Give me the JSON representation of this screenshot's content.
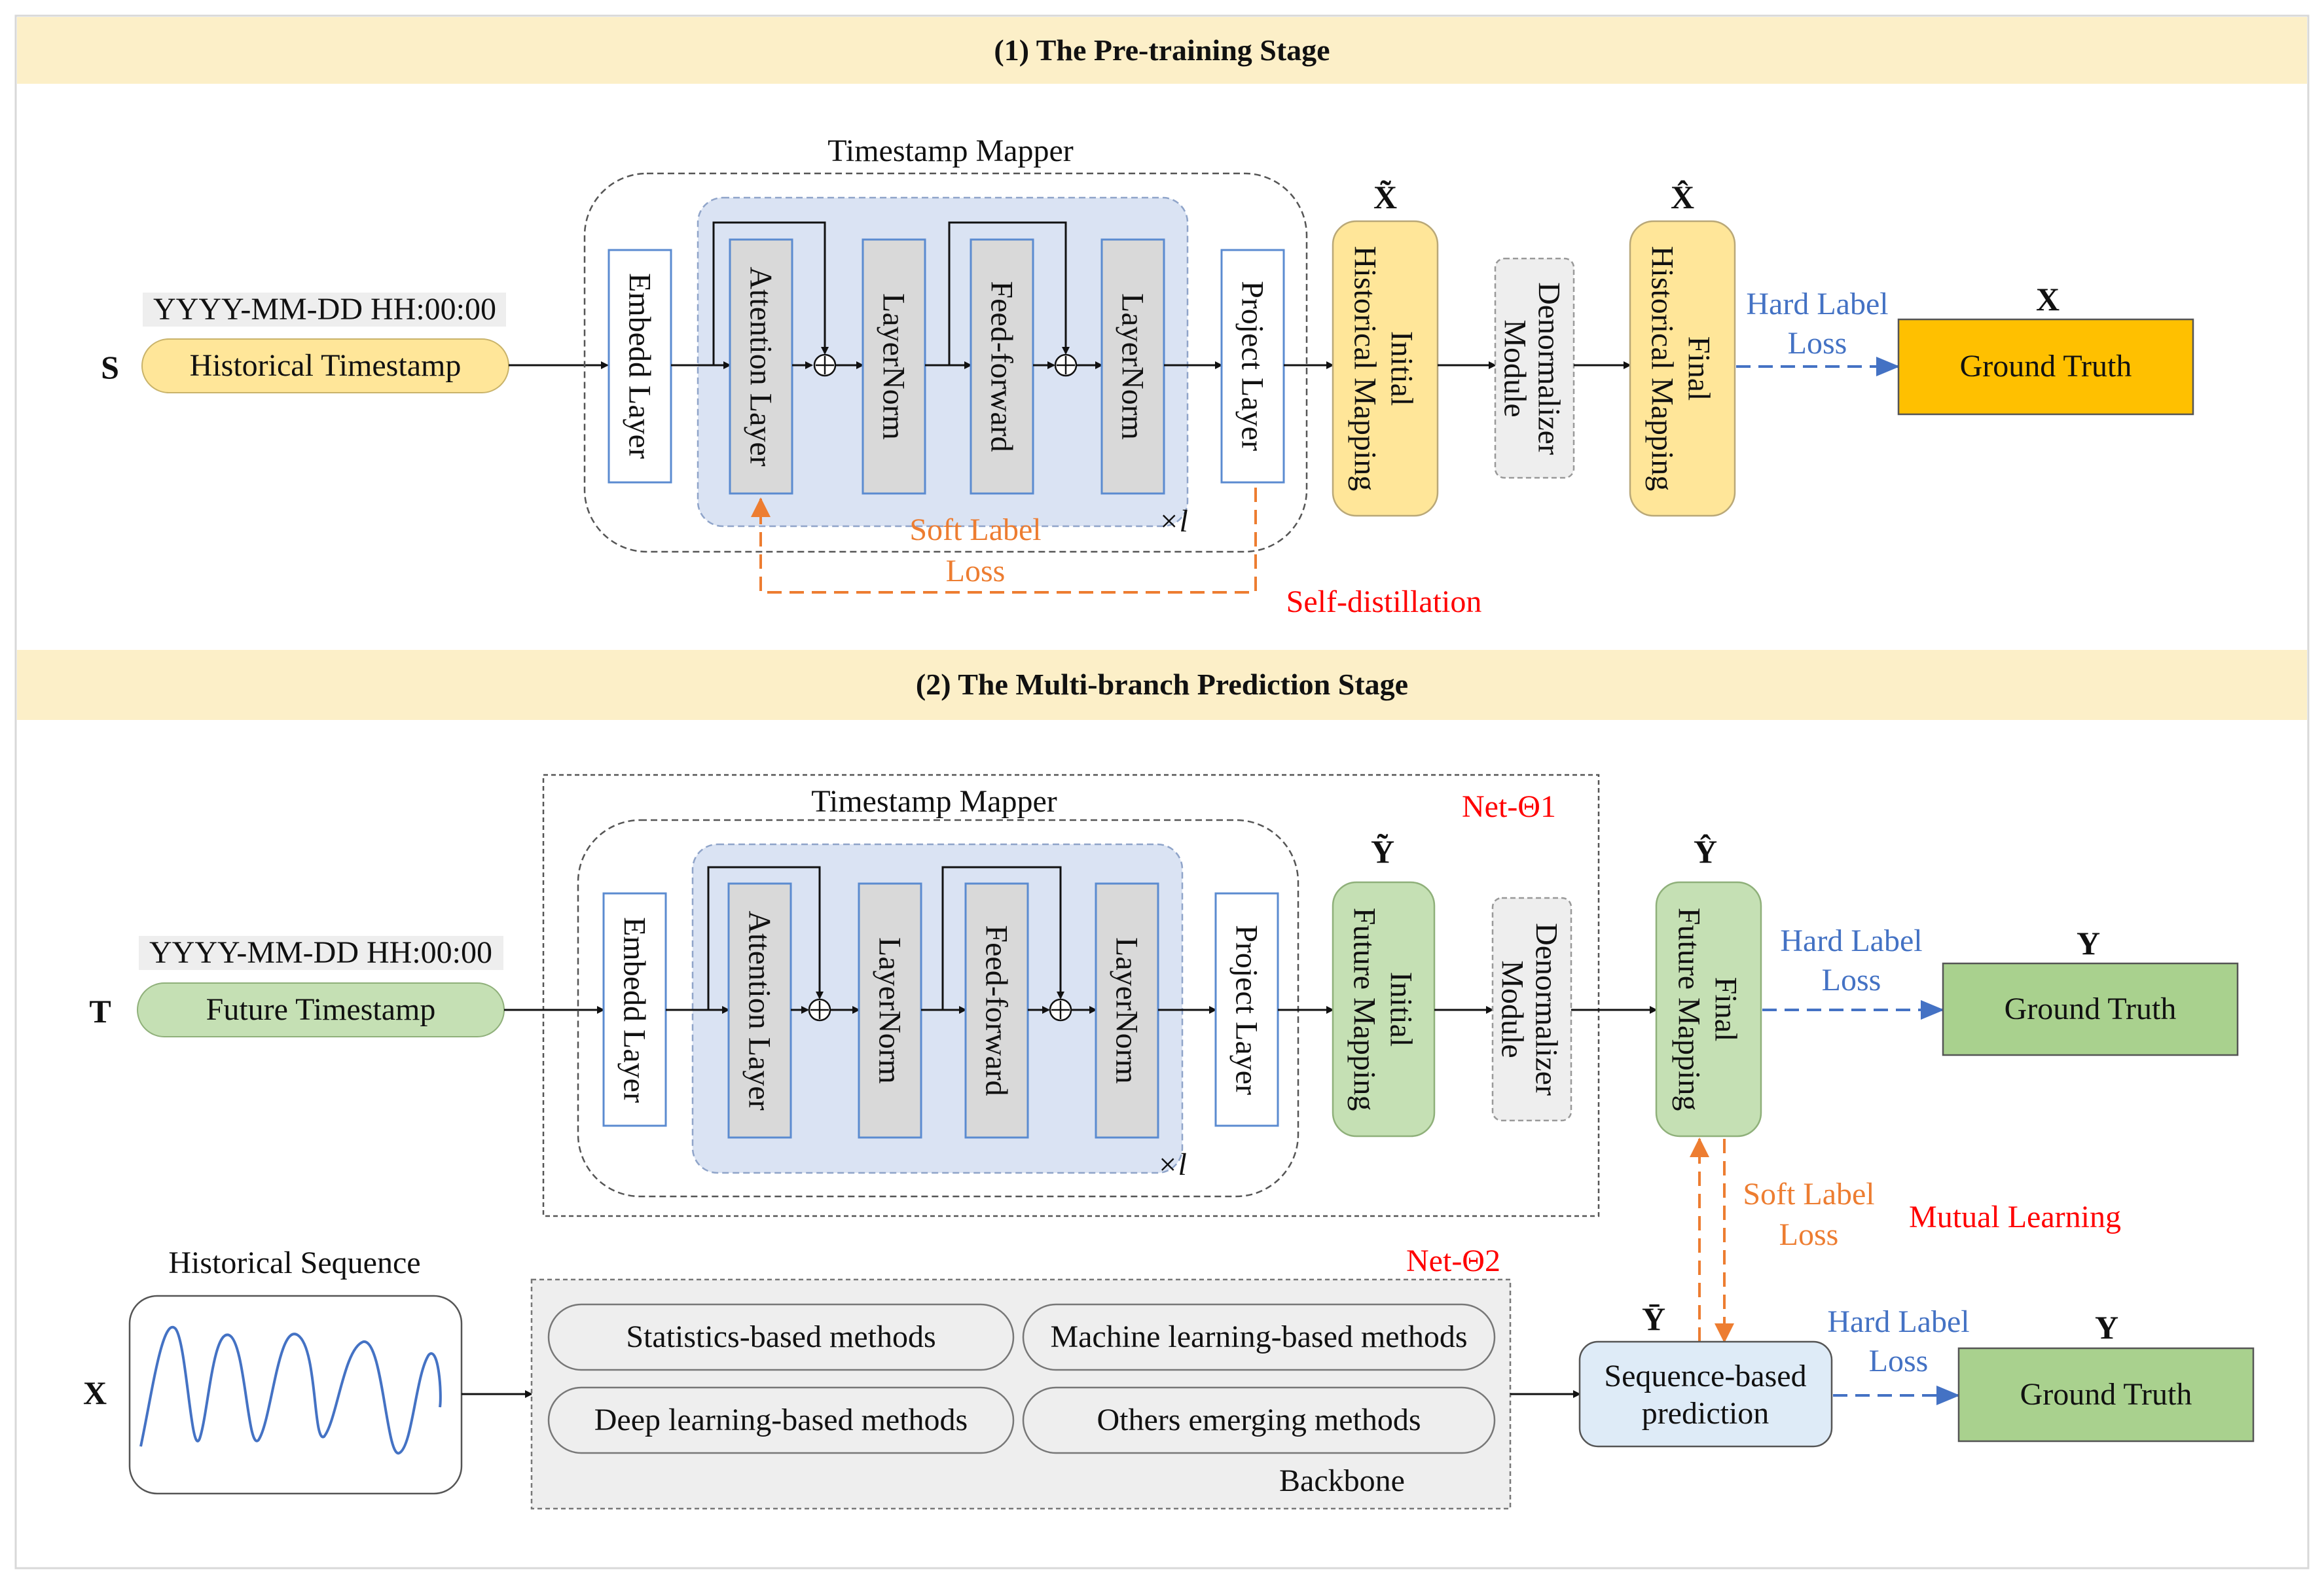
{
  "stage1": {
    "title": "(1) The Pre-training Stage",
    "input_symbol": "S",
    "timestamp_format": "YYYY-MM-DD HH:00:00",
    "input_label": "Historical Timestamp",
    "mapper_title": "Timestamp Mapper",
    "embed": "Embedd Layer",
    "attention": "Attention Layer",
    "layernorm": "LayerNorm",
    "feedforward": "Feed-forward",
    "project": "Project Layer",
    "repeat": "×l",
    "initial_symbol": "X̃",
    "initial_line1": "Initial",
    "initial_line2": "Historical Mapping",
    "denorm_line1": "Denormalizer",
    "denorm_line2": "Module",
    "final_symbol": "X̂",
    "final_line1": "Final",
    "final_line2": "Historical Mapping",
    "hard_line1": "Hard Label",
    "hard_line2": "Loss",
    "gt_symbol": "X",
    "gt_label": "Ground Truth",
    "soft_line1": "Soft Label",
    "soft_line2": "Loss",
    "self_distill": "Self-distillation"
  },
  "stage2": {
    "title": "(2) The Multi-branch Prediction Stage",
    "net1": "Net-Θ1",
    "net2": "Net-Θ2",
    "input_symbol": "T",
    "timestamp_format": "YYYY-MM-DD HH:00:00",
    "input_label": "Future Timestamp",
    "mapper_title": "Timestamp Mapper",
    "embed": "Embedd Layer",
    "attention": "Attention Layer",
    "layernorm": "LayerNorm",
    "feedforward": "Feed-forward",
    "project": "Project Layer",
    "repeat": "×l",
    "initial_symbol": "Ỹ",
    "initial_line1": "Initial",
    "initial_line2": "Future Mapping",
    "denorm_line1": "Denormalizer",
    "denorm_line2": "Module",
    "final_symbol": "Ŷ",
    "final_line1": "Final",
    "final_line2": "Future Mapping",
    "hard_line1": "Hard Label",
    "hard_line2": "Loss",
    "gt_symbol": "Y",
    "gt_label": "Ground Truth",
    "soft_line1": "Soft Label",
    "soft_line2": "Loss",
    "mutual": "Mutual Learning",
    "hist_seq_title": "Historical Sequence",
    "hist_symbol": "X",
    "methods": [
      "Statistics-based methods",
      "Machine learning-based methods",
      "Deep learning-based methods",
      "Others emerging methods"
    ],
    "backbone": "Backbone",
    "seq_symbol": "Ȳ",
    "seq_line1": "Sequence-based",
    "seq_line2": "prediction",
    "hard2_line1": "Hard Label",
    "hard2_line2": "Loss",
    "gt2_symbol": "Y",
    "gt2_label": "Ground Truth"
  },
  "colors": {
    "banner": "#fcefc8",
    "yellow_light": "#ffe699",
    "gold": "#ffc000",
    "green_light": "#c5e0b4",
    "green": "#a9d18e",
    "lavender": "#dae3f3",
    "gray_block": "#d9d9d9",
    "gray_light": "#eeeeee",
    "light_blue": "#deebf7",
    "blue_text": "#4472c4",
    "orange": "#ed7d31",
    "red": "#ff0000"
  }
}
